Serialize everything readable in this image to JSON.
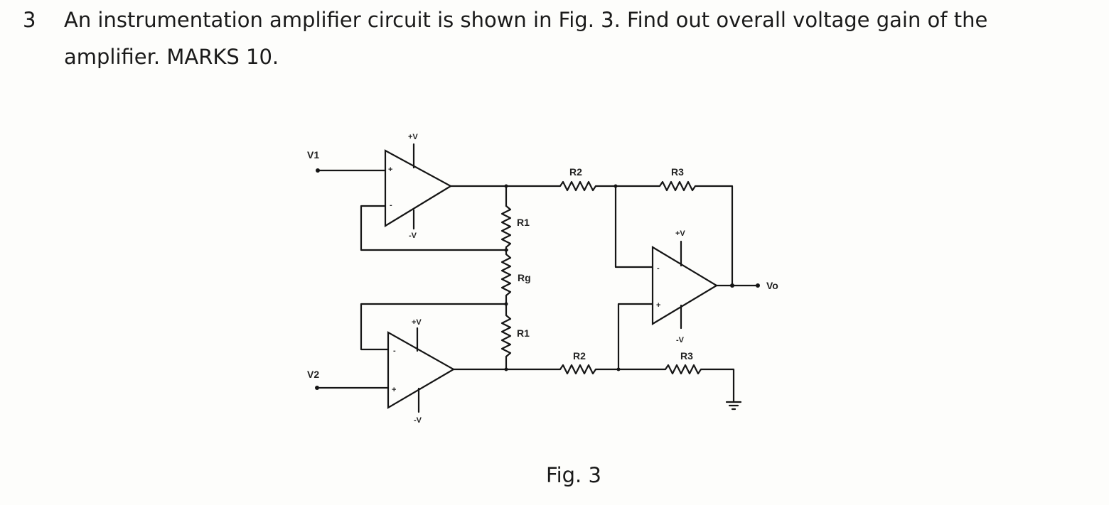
{
  "question": {
    "number": "3",
    "line1": "An instrumentation amplifier circuit is shown in Fig. 3. Find out overall voltage gain of the",
    "line2": "amplifier. MARKS 10."
  },
  "figure": {
    "caption": "Fig. 3",
    "labels": {
      "v1": "V1",
      "v2": "V2",
      "vo": "Vo",
      "r1_top": "R1",
      "rg": "Rg",
      "r1_bottom": "R1",
      "r2_top": "R2",
      "r2_bottom": "R2",
      "r3_top": "R3",
      "r3_bottom": "R3",
      "opamp1_vpos": "+V",
      "opamp1_vneg": "-V",
      "opamp2_vpos": "+V",
      "opamp2_vneg": "-V",
      "opamp3_vpos": "+V",
      "opamp3_vneg": "-V",
      "plus": "+",
      "minus": "-"
    }
  }
}
